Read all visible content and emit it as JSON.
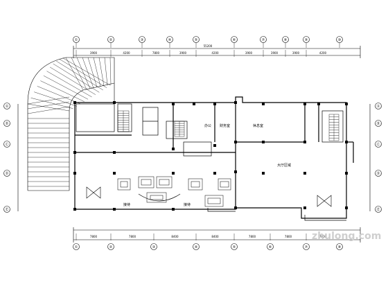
{
  "plan": {
    "room_labels": [
      "办公",
      "财务室",
      "休息室",
      "大厅区域",
      "接待",
      "接待"
    ],
    "grid_bubbles_top": [
      "①",
      "②",
      "③",
      "④",
      "⑤",
      "⑥",
      "⑦",
      "⑧",
      "⑨",
      "⑩"
    ],
    "grid_bubbles_bottom": [
      "①",
      "②",
      "③",
      "④",
      "⑤",
      "⑥",
      "⑦",
      "⑧"
    ],
    "grid_bubbles_left": [
      "Ⓐ",
      "Ⓑ",
      "Ⓒ",
      "Ⓓ",
      "Ⓔ"
    ],
    "grid_bubbles_right": [
      "Ⓐ",
      "Ⓑ",
      "Ⓒ",
      "Ⓓ",
      "Ⓔ"
    ],
    "dimension_labels_top": [
      "3900",
      "4200",
      "7800",
      "3900",
      "4200",
      "3900",
      "3900",
      "3900",
      "4200"
    ],
    "dimension_labels_bottom": [
      "7800",
      "7800",
      "8400",
      "8400",
      "7800",
      "7800",
      "7800"
    ],
    "overall_dimension": "55200"
  },
  "watermark": "zhulong.com"
}
